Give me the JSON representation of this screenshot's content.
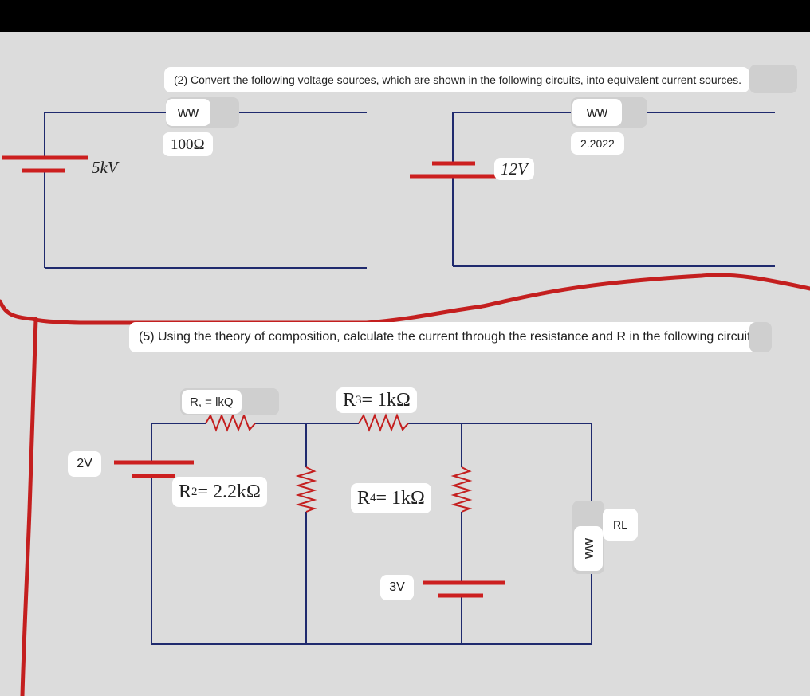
{
  "question2": {
    "text": "(2) Convert the following voltage sources, which are shown in the following circuits, into equivalent current sources.",
    "circuit_a": {
      "resistor_symbol": "ww",
      "resistance": "100Ω",
      "source": "5kV"
    },
    "circuit_b": {
      "resistor_symbol": "ww",
      "resistance": "2.2022",
      "source": "12V"
    }
  },
  "question5": {
    "text": "(5) Using the theory of composition, calculate the current through the resistance and R in the following circuit.",
    "source_left": "2V",
    "r1": "R, = lkQ",
    "r2": {
      "base": "R",
      "sub": "2",
      "value": " = 2.2kΩ"
    },
    "r3": {
      "base": "R",
      "sub": "3",
      "value": " = 1kΩ"
    },
    "r4": {
      "base": "R",
      "sub": "4",
      "value": " = 1kΩ"
    },
    "source_right": "3V",
    "rl_symbol": "ww",
    "rl_label": "RL"
  },
  "colors": {
    "wire": "#1f2a6e",
    "battery": "#cc1f1f",
    "annotation": "#c41f1f",
    "background": "#dcdcdc",
    "topbar": "#000000"
  }
}
